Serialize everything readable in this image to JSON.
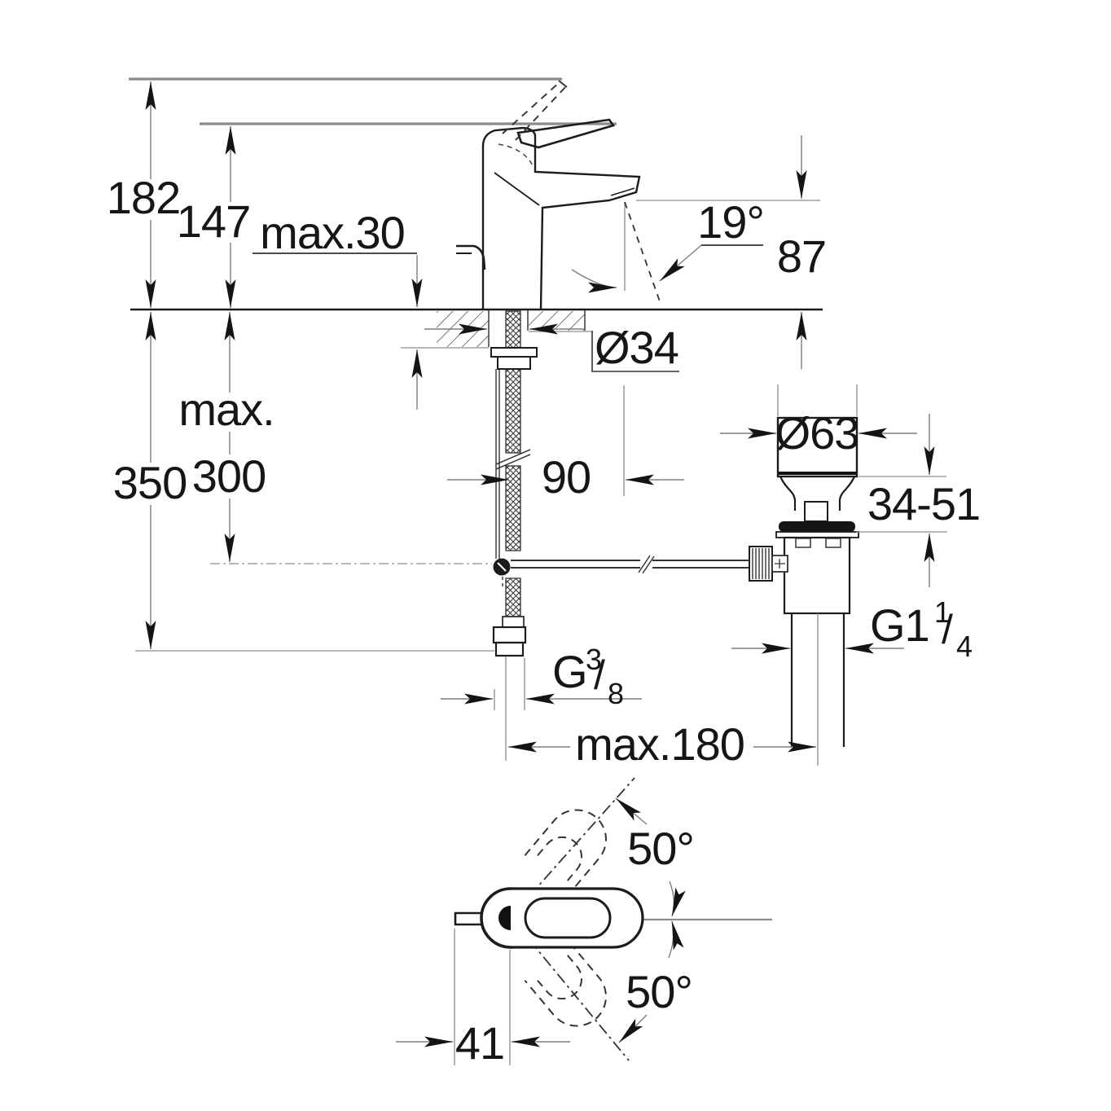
{
  "drawing": {
    "colors": {
      "background": "#ffffff",
      "ink": "#1c1c1c",
      "dimension_lines": "#7d7d7d",
      "reference_lines": "#8c8c8c"
    },
    "side_view": {
      "overall_height": "182",
      "height_to_lever": "147",
      "deck_thickness": "max.30",
      "spray_angle": "19°",
      "spout_height": "87",
      "hole_diameter": "Ø34",
      "rod_depth_prefix": "max.",
      "rod_depth_value": "300",
      "hose_depth": "350",
      "spout_reach": "90",
      "waste_flange_diameter": "Ø63",
      "basin_clamp_range": "34-51",
      "waste_thread": {
        "base": "G1",
        "numerator": "1",
        "slash": "/",
        "denominator": "4"
      },
      "supply_thread": {
        "base": "G",
        "numerator": "3",
        "slash": "/",
        "denominator": "8"
      },
      "waste_offset": "max.180"
    },
    "top_view": {
      "swing_up": "50°",
      "swing_down": "50°",
      "lever_offset": "41"
    }
  }
}
